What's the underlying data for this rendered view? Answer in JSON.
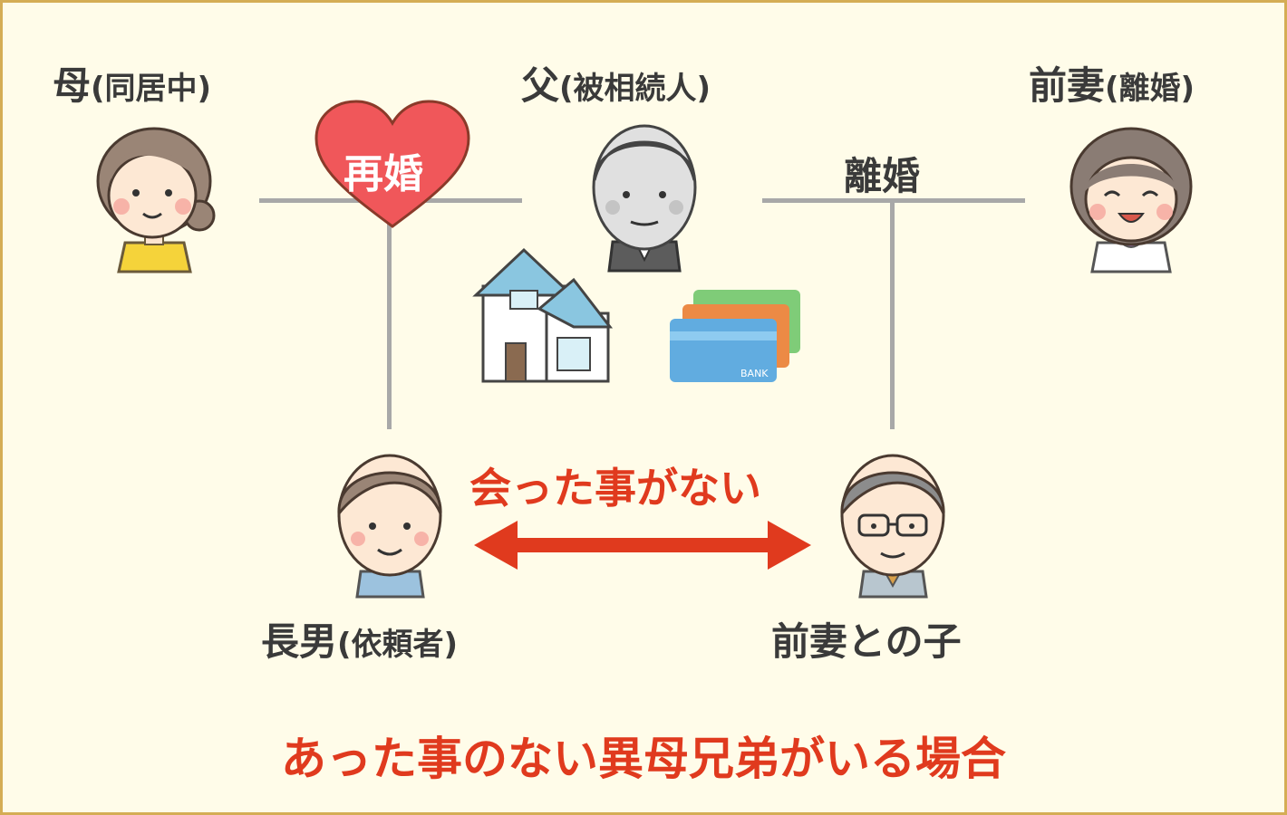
{
  "people": {
    "mother": {
      "name": "母",
      "note": "(同居中)"
    },
    "father": {
      "name": "父",
      "note": "(被相続人)"
    },
    "ex_wife": {
      "name": "前妻",
      "note": "(離婚)"
    },
    "eldest_son": {
      "name": "長男",
      "note": "(依頼者)"
    },
    "ex_wife_child": {
      "name": "前妻との子"
    }
  },
  "relations": {
    "remarriage": "再婚",
    "divorce": "離婚",
    "never_met": "会った事がない"
  },
  "assets": {
    "bank_card_label": "BANK"
  },
  "caption": "あった事のない異母兄弟がいる場合",
  "colors": {
    "background": "#fffce9",
    "border": "#d4ad55",
    "accent_red": "#e03a1e",
    "heart": "#f0575a",
    "line_gray": "#a8a8a8"
  }
}
